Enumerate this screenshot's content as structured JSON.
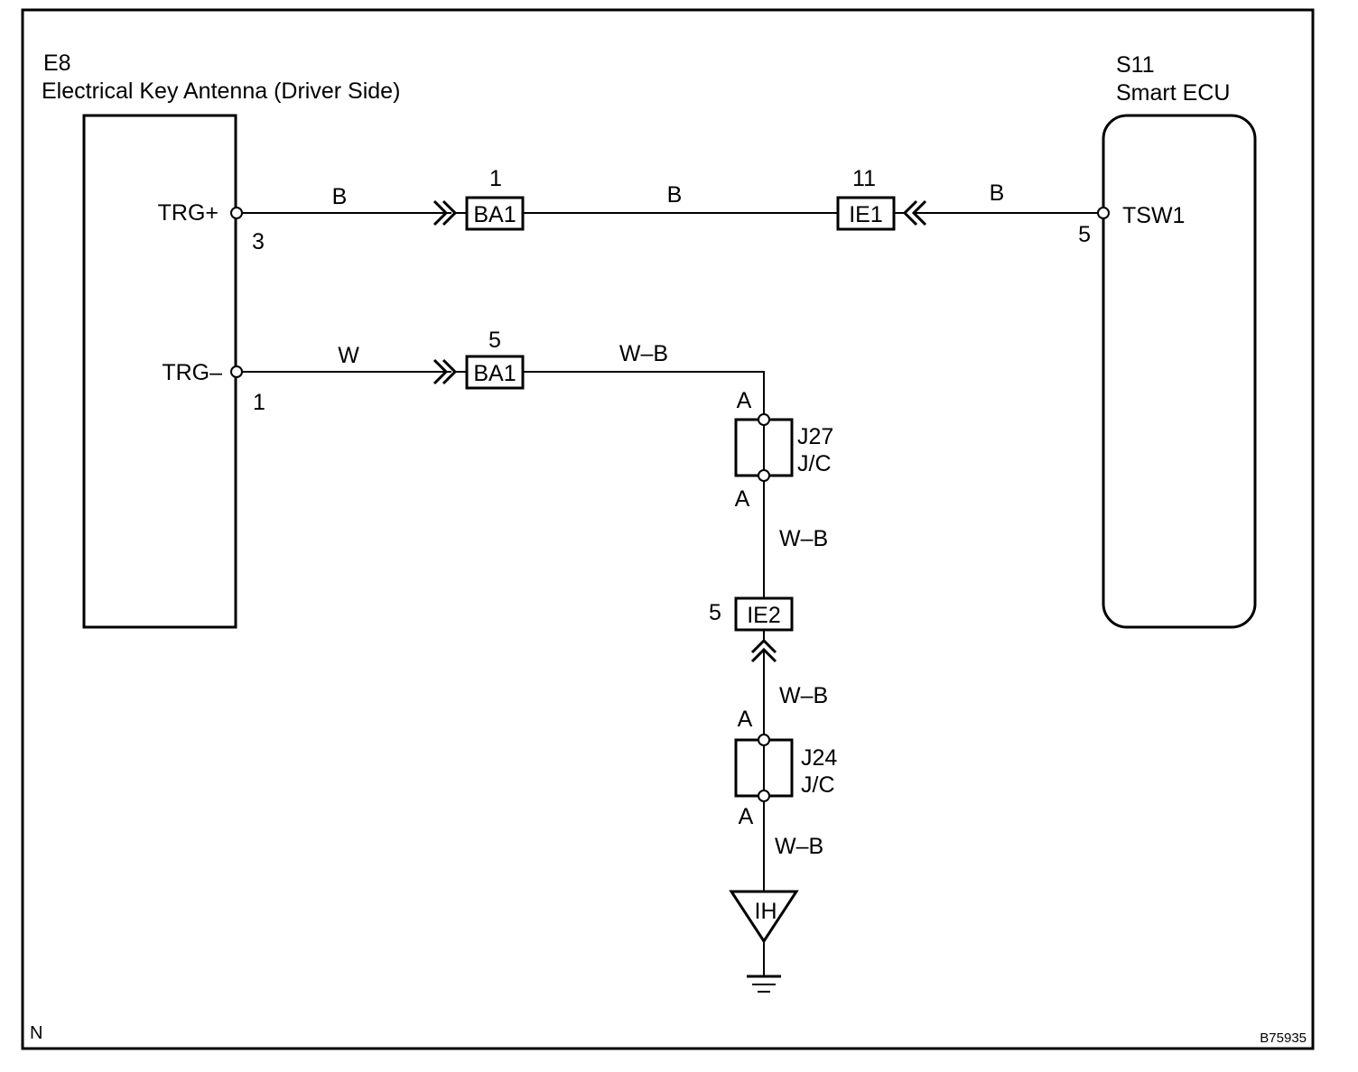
{
  "component_left": {
    "code": "E8",
    "name": "Electrical Key Antenna (Driver Side)",
    "pins": [
      {
        "name": "TRG+",
        "number": "3"
      },
      {
        "name": "TRG–",
        "number": "1"
      }
    ]
  },
  "component_right": {
    "code": "S11",
    "name": "Smart ECU",
    "pin": {
      "name": "TSW1",
      "number": "5"
    }
  },
  "connectors": {
    "ba1_top": {
      "id": "BA1",
      "pin": "1"
    },
    "ie1": {
      "id": "IE1",
      "pin": "11"
    },
    "ba1_bottom": {
      "id": "BA1",
      "pin": "5"
    },
    "ie2": {
      "id": "IE2",
      "pin": "5"
    }
  },
  "wires": {
    "top_1": "B",
    "top_2": "B",
    "top_3": "B",
    "bottom_1": "W",
    "bottom_2": "W–B",
    "vertical_1": "W–B",
    "vertical_2": "W–B",
    "vertical_3": "W–B"
  },
  "junctions": {
    "j27": {
      "id": "J27",
      "type": "J/C",
      "top": "A",
      "bottom": "A"
    },
    "j24": {
      "id": "J24",
      "type": "J/C",
      "top": "A",
      "bottom": "A"
    }
  },
  "ground": {
    "id": "IH"
  },
  "corner_left": "N",
  "corner_right": "B75935"
}
